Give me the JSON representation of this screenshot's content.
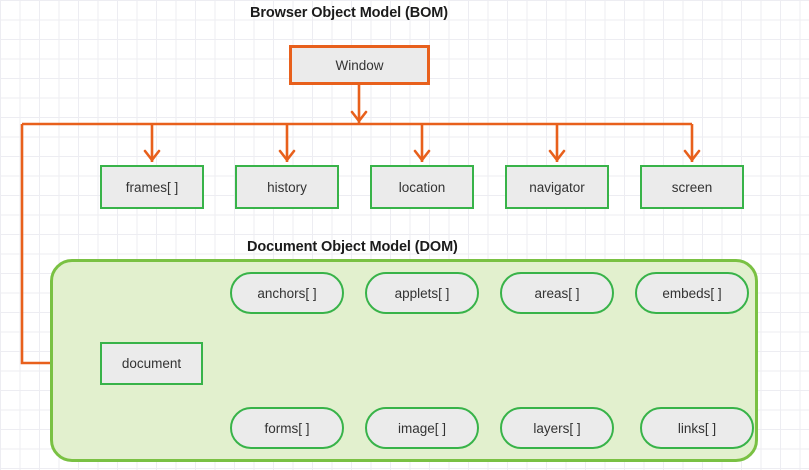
{
  "diagram": {
    "bom_title": "Browser Object Model (BOM)",
    "dom_title": "Document Object Model (DOM)",
    "root": {
      "label": "Window"
    },
    "bom_nodes": [
      {
        "label": "frames[ ]"
      },
      {
        "label": "history"
      },
      {
        "label": "location"
      },
      {
        "label": "navigator"
      },
      {
        "label": "screen"
      }
    ],
    "document_node": {
      "label": "document"
    },
    "dom_top_nodes": [
      {
        "label": "anchors[ ]"
      },
      {
        "label": "applets[ ]"
      },
      {
        "label": "areas[ ]"
      },
      {
        "label": "embeds[ ]"
      }
    ],
    "dom_bottom_nodes": [
      {
        "label": "forms[ ]"
      },
      {
        "label": "image[ ]"
      },
      {
        "label": "layers[ ]"
      },
      {
        "label": "links[ ]"
      }
    ],
    "colors": {
      "orange": "#e8601c",
      "green_border": "#38b349",
      "container_border": "#7ac143",
      "container_fill": "#e2f0ce",
      "node_fill": "#ebebeb",
      "grid": "#ededf2",
      "text": "#333333",
      "title_text": "#1b1b1b"
    }
  }
}
